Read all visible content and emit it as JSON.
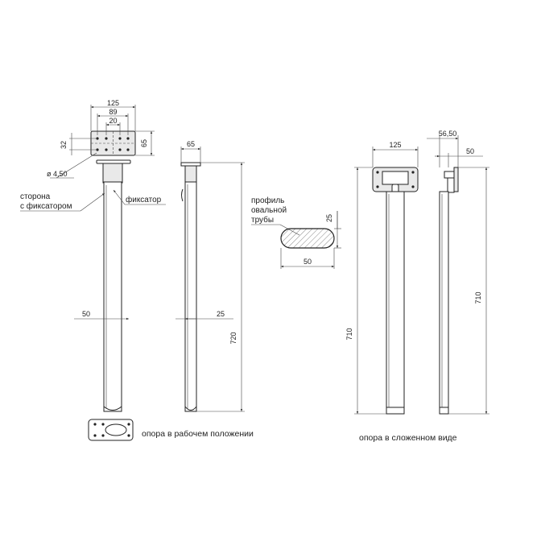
{
  "dims": {
    "w125_top": "125",
    "w89": "89",
    "w20": "20",
    "h32": "32",
    "h65_plate": "65",
    "hole": "ø 4,50",
    "w65_side": "65",
    "tube50": "50",
    "tube25": "25",
    "h720": "720",
    "oval25": "25",
    "oval50": "50",
    "w125_folded": "125",
    "w56": "56,50",
    "w50_folded": "50",
    "h710_a": "710",
    "h710_b": "710"
  },
  "labels": {
    "side_line1": "сторона",
    "side_line2": "с фиксатором",
    "latch": "фиксатор",
    "profile_line1": "профиль",
    "profile_line2": "овальной",
    "profile_line3": "трубы"
  },
  "captions": {
    "working": "опора в рабочем положении",
    "folded": "опора в сложенном виде"
  }
}
